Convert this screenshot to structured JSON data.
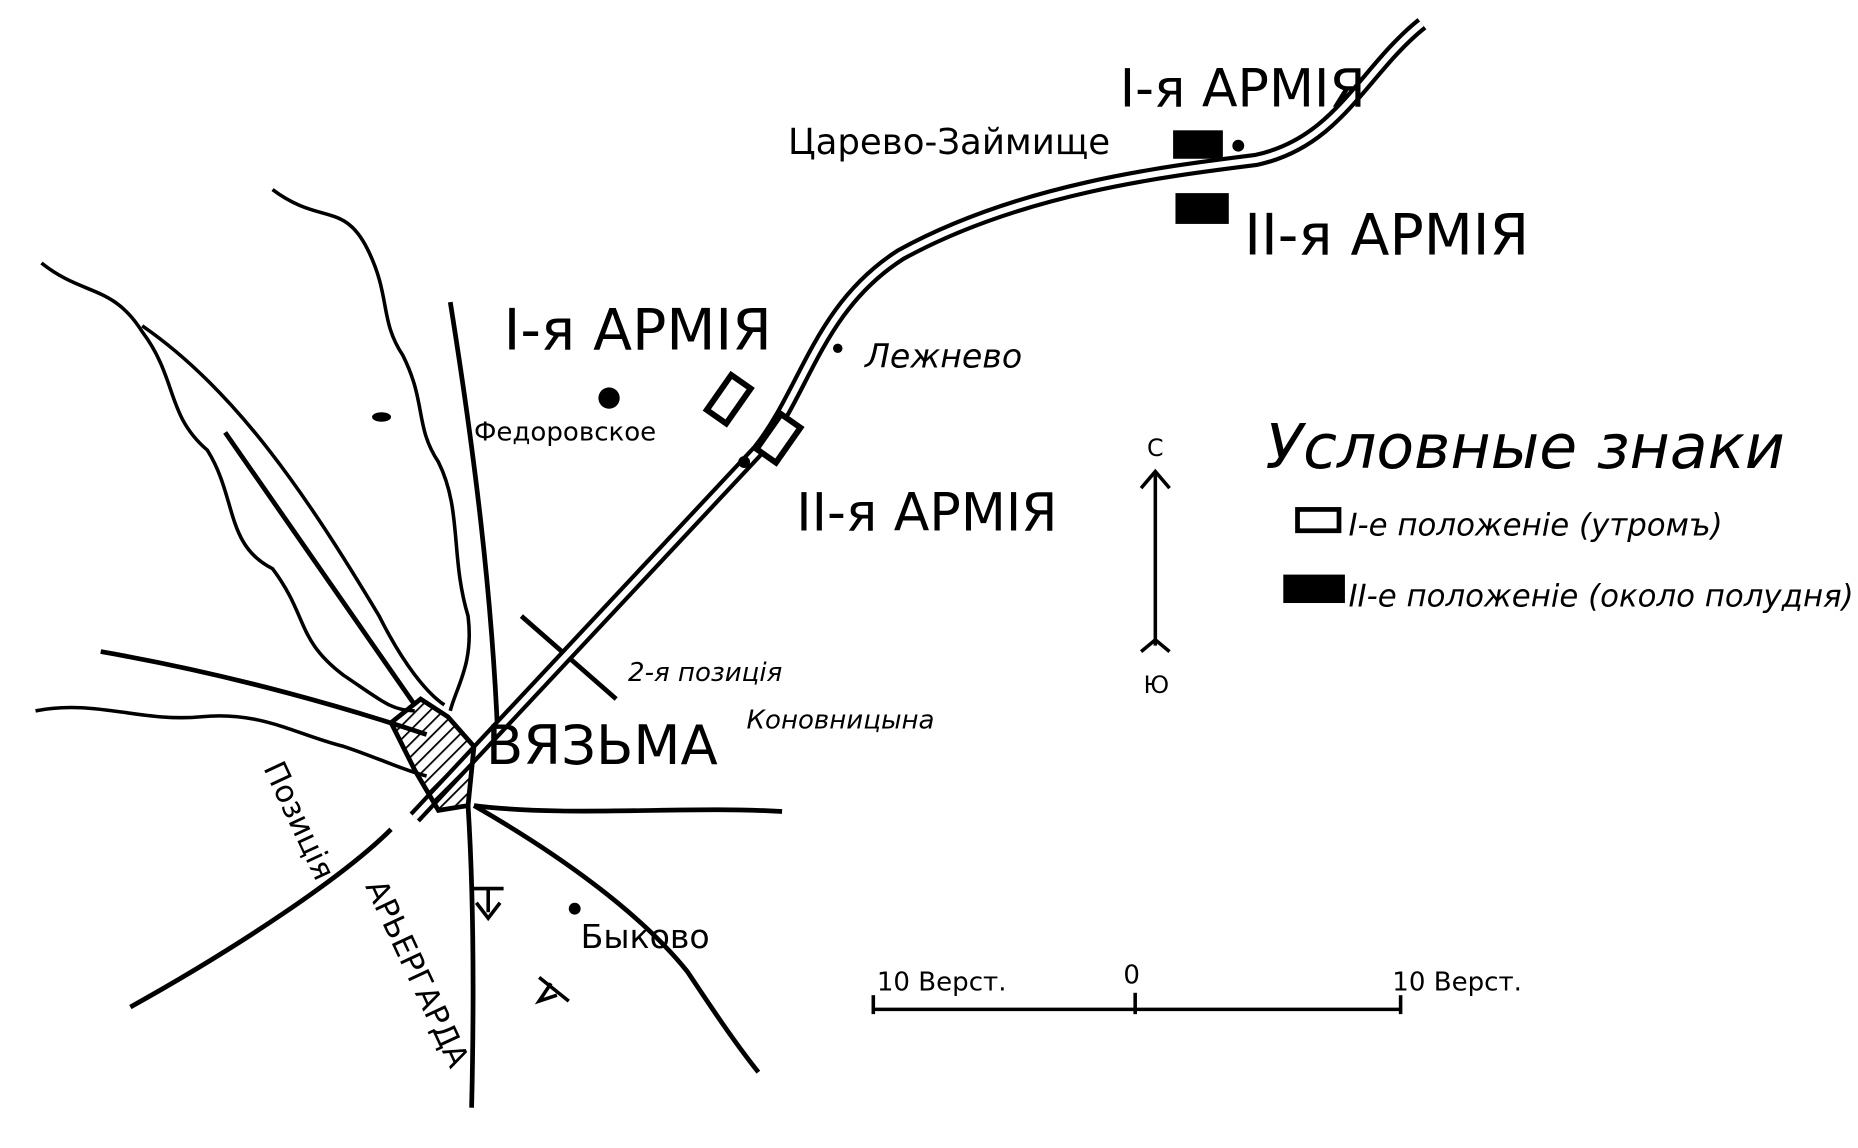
{
  "map": {
    "armies": {
      "first_morning": "I-я АРМІЯ",
      "second_morning": "II-я АРМІЯ",
      "first_noon": "I-я АРМІЯ",
      "second_noon": "II-я АРМІЯ"
    },
    "places": {
      "tsarevo": "Царево-Займище",
      "lezhnevo": "Лежнево",
      "fedorovskoe": "Федоровское",
      "vyazma": "ВЯЗЬМА",
      "bykovo": "Быково"
    },
    "positions": {
      "konovnitsyn_line1": "2-я позиція",
      "konovnitsyn_line2": "Коновницына",
      "rearguard_line1": "Позиція",
      "rearguard_line2": "АРЬЕРГАРДА"
    },
    "compass": {
      "north": "С",
      "south": "Ю"
    },
    "legend": {
      "title": "Условные знаки",
      "item1": "I-е положеніе (утромъ)",
      "item2": "II-е положеніе (около полудня)"
    },
    "scale": {
      "left": "10 Верст.",
      "center": "0",
      "right": "10 Верст."
    }
  }
}
